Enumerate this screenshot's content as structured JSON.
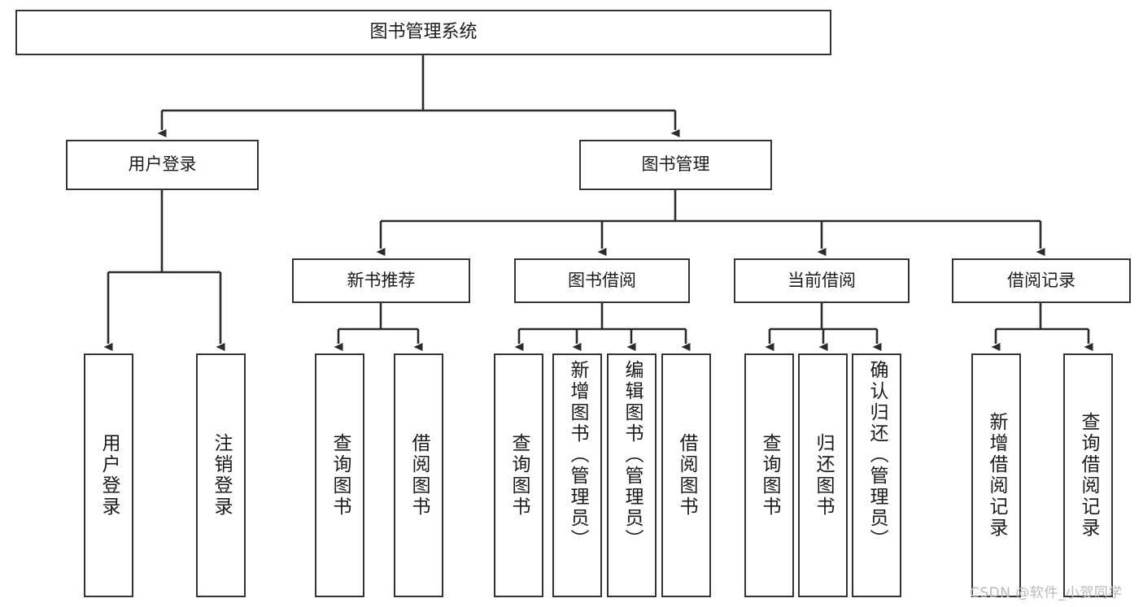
{
  "diagram": {
    "type": "tree-hierarchy",
    "title": "图书管理系统",
    "colors": {
      "stroke": "#333333",
      "fill": "#ffffff",
      "text": "#1b1b1b",
      "watermark": "#b9b9b9"
    },
    "root": {
      "label": "图书管理系统"
    },
    "level1": [
      {
        "label": "用户登录"
      },
      {
        "label": "图书管理"
      }
    ],
    "level2": [
      {
        "label": "新书推荐"
      },
      {
        "label": "图书借阅"
      },
      {
        "label": "当前借阅"
      },
      {
        "label": "借阅记录"
      }
    ],
    "leaves": {
      "user_login": [
        {
          "label": "用户登录"
        },
        {
          "label": "注销登录"
        }
      ],
      "new_book_recommend": [
        {
          "label": "查询图书"
        },
        {
          "label": "借阅图书"
        }
      ],
      "book_borrow": [
        {
          "label": "查询图书"
        },
        {
          "label": "新增图书（管理员）"
        },
        {
          "label": "编辑图书（管理员）"
        },
        {
          "label": "借阅图书"
        }
      ],
      "current_borrow": [
        {
          "label": "查询图书"
        },
        {
          "label": "归还图书"
        },
        {
          "label": "确认归还（管理员）"
        }
      ],
      "borrow_record": [
        {
          "label": "新增借阅记录"
        },
        {
          "label": "查询借阅记录"
        }
      ]
    }
  },
  "watermark": {
    "text": "CSDN @软件_小贺同学"
  }
}
